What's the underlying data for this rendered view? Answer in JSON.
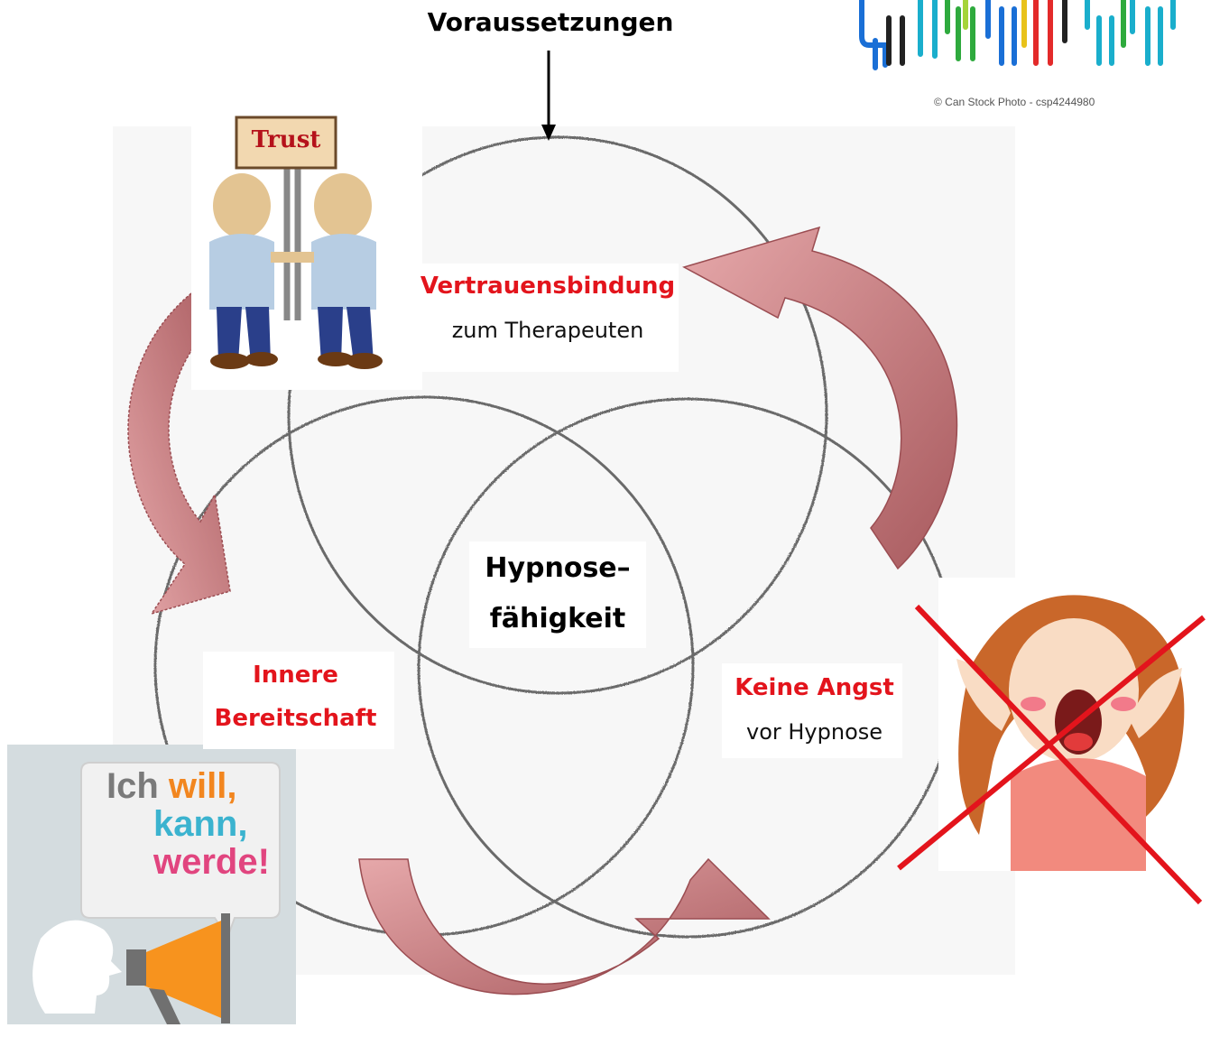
{
  "title": "Voraussetzungen",
  "credit": "© Can Stock Photo - csp4244980",
  "center": {
    "line1": "Hypnose–",
    "line2": "fähigkeit"
  },
  "top_circle": {
    "line1": "Vertrauensbindung",
    "line2": "zum Therapeuten"
  },
  "left_circle": {
    "line1": "Innere",
    "line2": "Bereitschaft"
  },
  "right_circle": {
    "line1": "Keine Angst",
    "line2": "vor Hypnose"
  },
  "trust_sign": "Trust",
  "speech_bubble": {
    "w1": "Ich",
    "w2": "will,",
    "w3": "kann,",
    "w4": "werde!"
  },
  "colors": {
    "label_red": "#e3141c",
    "arrow_fill": "#c9787a",
    "arrow_dark": "#a85a5e",
    "cross": "#e3141c",
    "pencil": "#6b6b6b"
  },
  "icons": [
    "people-figures-icon",
    "trust-handshake-icon",
    "megaphone-speaker-icon",
    "screaming-woman-icon",
    "cross-out-icon",
    "arrow-down-icon"
  ]
}
